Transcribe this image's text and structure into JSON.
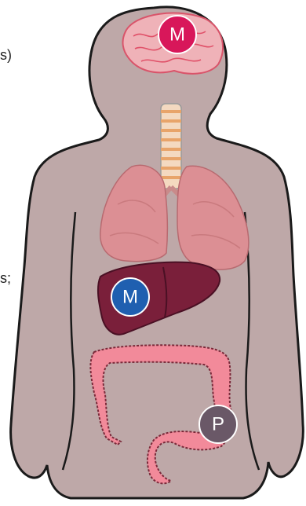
{
  "edge_text": {
    "top_left": "s)",
    "middle_left": "s;"
  },
  "markers": {
    "brain": {
      "label": "M",
      "color": "#d8175a"
    },
    "liver": {
      "label": "M",
      "color": "#1f5fb0"
    },
    "colon": {
      "label": "P",
      "color": "#6a5867"
    }
  },
  "colors": {
    "body": "#bea8a8",
    "outline": "#1a1a1a",
    "brain": "#f06a7c",
    "lungs": "#d98a8f",
    "liver": "#7a1f3a",
    "intestine": "#f28a9a",
    "trachea": "#e8a46a"
  }
}
